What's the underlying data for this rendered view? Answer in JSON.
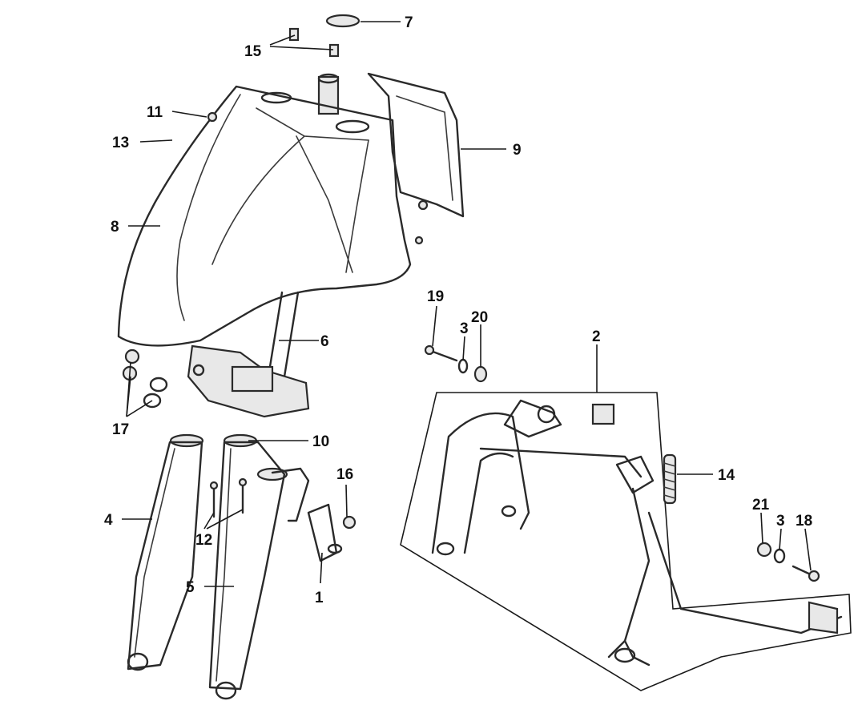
{
  "callouts": {
    "c1": "1",
    "c2": "2",
    "c3a": "3",
    "c3b": "3",
    "c4": "4",
    "c5": "5",
    "c6": "6",
    "c7": "7",
    "c8": "8",
    "c9": "9",
    "c10": "10",
    "c11": "11",
    "c12": "12",
    "c13": "13",
    "c14": "14",
    "c15": "15",
    "c16": "16",
    "c17": "17",
    "c18": "18",
    "c19": "19",
    "c20": "20",
    "c21": "21"
  },
  "colors": {
    "stroke": "#2a2a2a",
    "text": "#111111",
    "background": "#ffffff"
  }
}
